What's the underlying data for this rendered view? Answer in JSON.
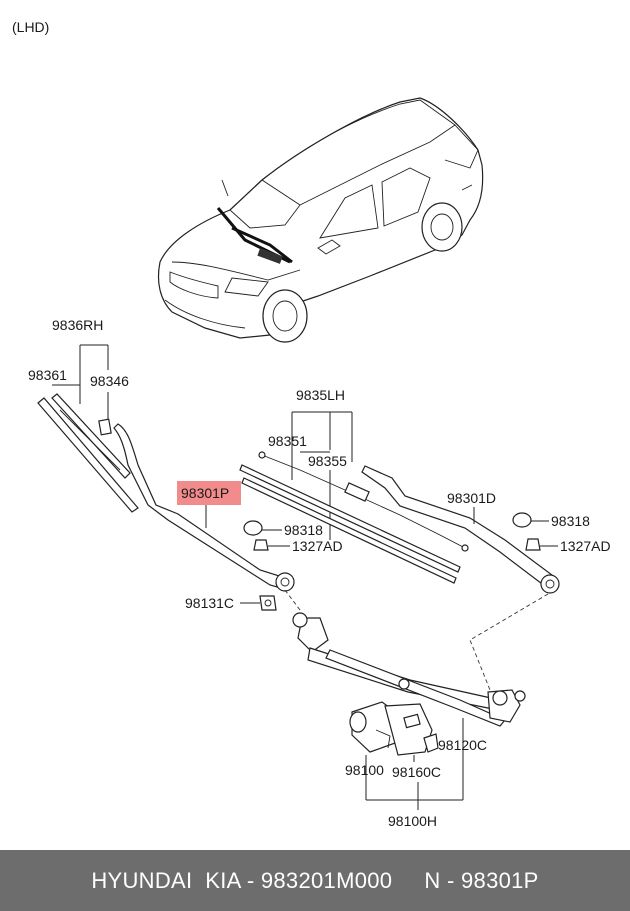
{
  "variant": "(LHD)",
  "labels": {
    "l9836rh": "9836RH",
    "l98361": "98361",
    "l98346": "98346",
    "l9835lh": "9835LH",
    "l98351": "98351",
    "l98355": "98355",
    "l98301p": "98301P",
    "l98318_left": "98318",
    "l1327ad_left": "1327AD",
    "l98131c": "98131C",
    "l98301d": "98301D",
    "l98318_right": "98318",
    "l1327ad_right": "1327AD",
    "l98120c": "98120C",
    "l98100": "98100",
    "l98160c": "98160C",
    "l98100h": "98100H"
  },
  "highlight_color": "#f28b8b",
  "footer": {
    "text": "HYUNDAI  KIA - 983201M000     N - 98301P"
  }
}
